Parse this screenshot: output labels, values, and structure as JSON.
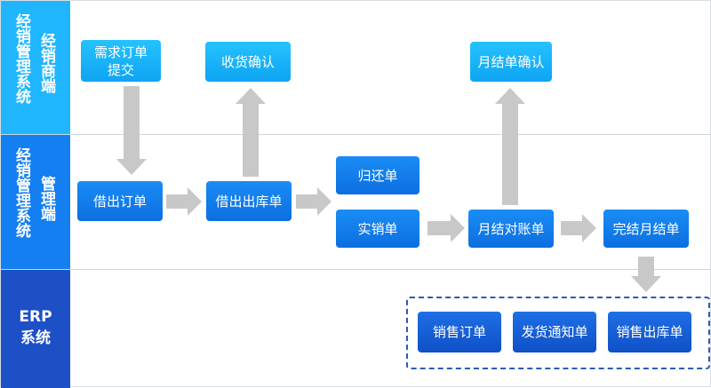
{
  "lanes": {
    "dealer": {
      "left_col": "经销管理系统",
      "right_col": "经销商端"
    },
    "manager": {
      "left_col": "经销管理系统",
      "right_col": "管理端"
    },
    "erp": {
      "line1": "ERP",
      "line2": "系统"
    }
  },
  "nodes": {
    "demand_order": "需求订单\n提交",
    "receipt_confirm": "收货确认",
    "monthly_confirm": "月结单确认",
    "borrow_order": "借出订单",
    "borrow_outbound": "借出出库单",
    "return_order": "归还单",
    "actual_sales": "实销单",
    "monthly_reconcile": "月结对账单",
    "complete_monthly": "完结月结单",
    "sales_order": "销售订单",
    "shipping_notice": "发货通知单",
    "sales_outbound": "销售出库单"
  },
  "colors": {
    "lane_dealer": "#1fb6ff",
    "lane_manager": "#137ff0",
    "lane_erp": "#1d4fc7",
    "arrow": "#c8c8c8",
    "dash_border": "#2d5bb0"
  }
}
